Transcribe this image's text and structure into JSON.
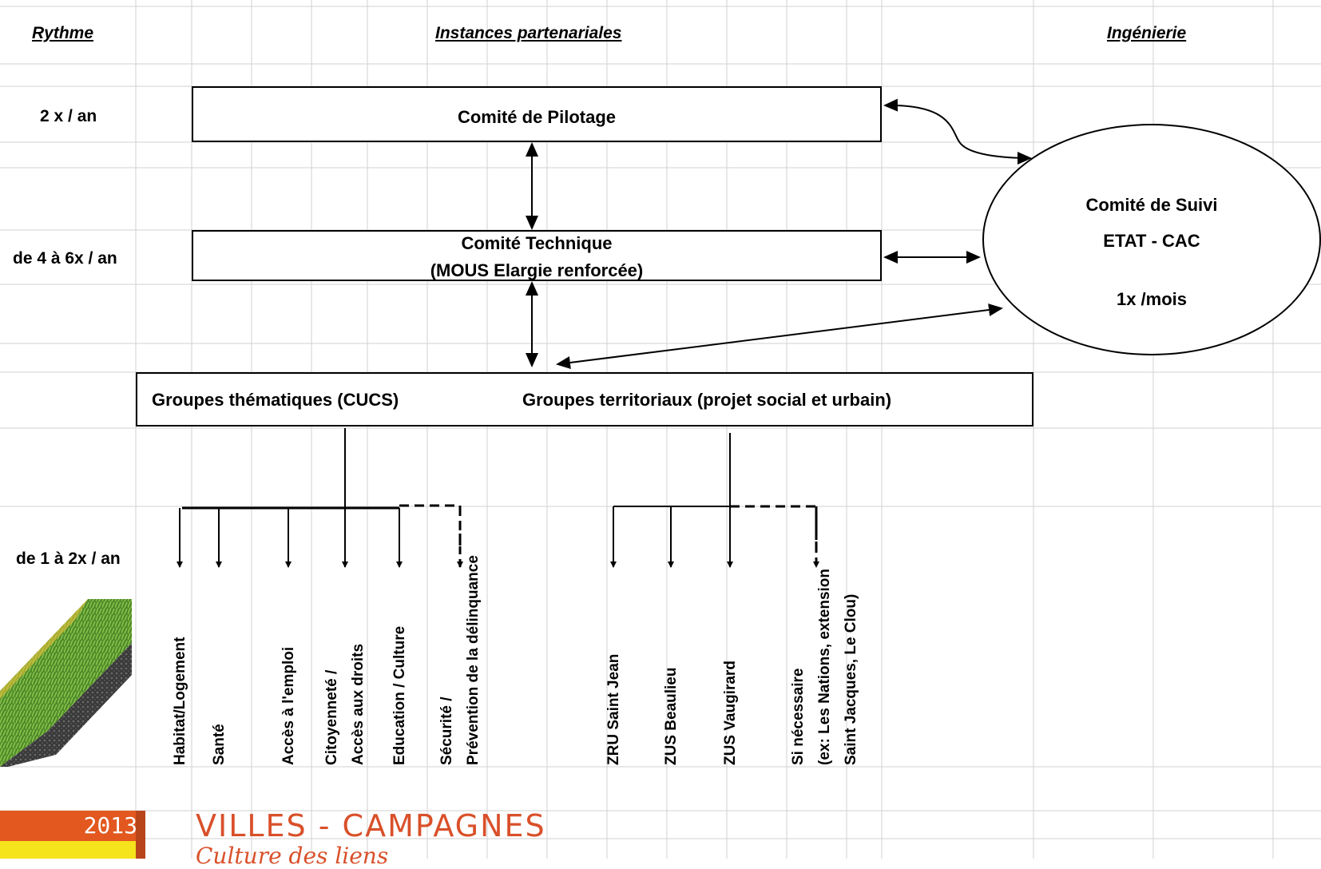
{
  "headers": {
    "rythme": "Rythme",
    "instances": "Instances partenariales",
    "ingenierie": "Ingénierie"
  },
  "rates": {
    "copil": "2 x / an",
    "cotech": "de 4 à 6x / an",
    "groups": "de 1 à 2x / an"
  },
  "boxes": {
    "copil": "Comité de Pilotage",
    "cotech_line1": "Comité Technique",
    "cotech_line2": "(MOUS  Elargie renforcée)",
    "groups_thematic": "Groupes thématiques (CUCS)",
    "groups_territorial": "Groupes territoriaux (projet social et urbain)"
  },
  "suivi": {
    "line1": "Comité de Suivi",
    "line2": "ETAT - CAC",
    "line3": "1x  /mois"
  },
  "thematic_groups": [
    [
      "Habitat/Logement"
    ],
    [
      "Santé"
    ],
    [
      "Accès à l'emploi"
    ],
    [
      "Citoyenneté /",
      "Accès aux droits"
    ],
    [
      "Education / Culture"
    ],
    [
      "Sécurité /",
      "Prévention de la délinquance"
    ]
  ],
  "territorial_groups": [
    [
      "ZRU Saint Jean"
    ],
    [
      "ZUS Beaulieu"
    ],
    [
      "ZUS Vaugirard"
    ],
    [
      "Si nécessaire",
      "(ex: Les Nations,  extension",
      "Saint Jacques, Le Clou)"
    ]
  ],
  "banner": {
    "year": "2013",
    "name": "VILLES - CAMPAGNES",
    "subtitle": "Culture des liens"
  },
  "colors": {
    "banner_orange": "#e2581f",
    "banner_yellow": "#f5e31c",
    "grid": "#d0d0d0"
  }
}
